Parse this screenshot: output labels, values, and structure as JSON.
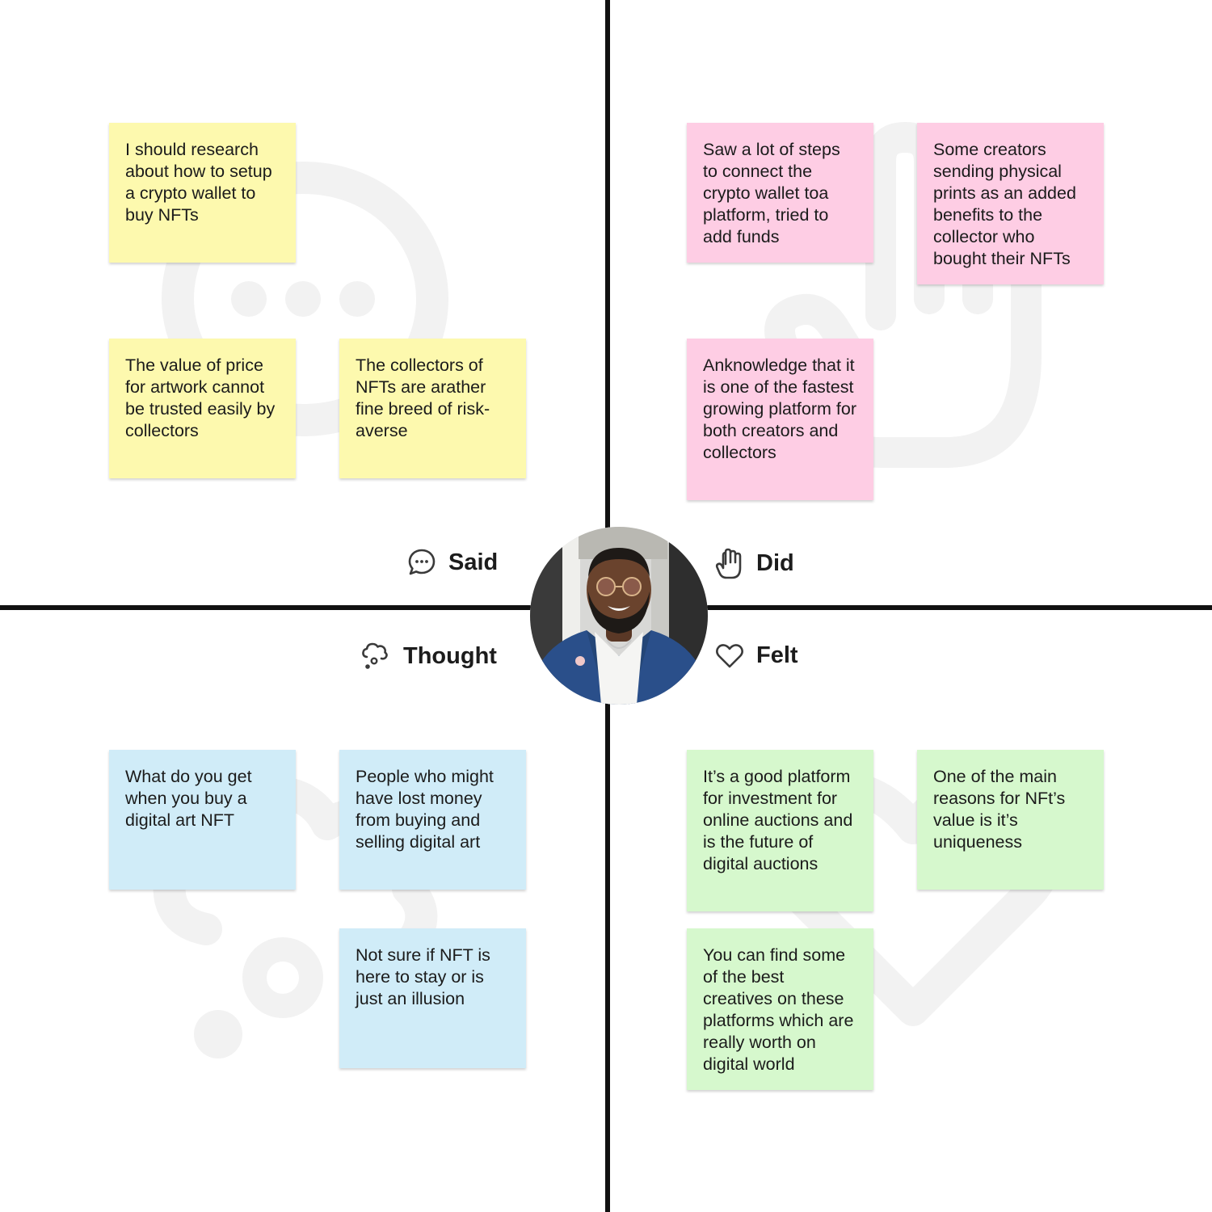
{
  "quadrants": {
    "said": {
      "label": "Said",
      "icon": "speech-bubble-icon",
      "notes": [
        "I should research about how to setup a crypto wallet to buy NFTs",
        "The value of price for artwork cannot be trusted easily by collectors",
        "The collectors of NFTs are arather fine breed of risk-averse"
      ]
    },
    "did": {
      "label": "Did",
      "icon": "hand-icon",
      "notes": [
        "Saw a lot of steps to connect the crypto wallet toa platform, tried to add funds",
        "Some creators sending physical prints as an added benefits to the collector who bought their NFTs",
        "Anknowledge that it is one of the fastest growing platform for both creators and collectors"
      ]
    },
    "thought": {
      "label": "Thought",
      "icon": "thought-cloud-icon",
      "notes": [
        "What do you get when you buy a digital art NFT",
        "People who might have lost money from buying and selling digital art",
        "Not sure if NFT is here to stay or is just an illusion"
      ]
    },
    "felt": {
      "label": "Felt",
      "icon": "heart-icon",
      "notes": [
        "It’s a good platform for investment for online auctions and is the future of digital auctions",
        "One of the main reasons for NFt’s value is it’s uniqueness",
        "You can find some of the best creatives on these platforms which are really worth on digital world"
      ]
    }
  },
  "colors": {
    "said": "#fdf9ae",
    "did": "#fecde4",
    "thought": "#d0ecf8",
    "felt": "#d6f8cd",
    "divider": "#111111",
    "watermark": "#f2f2f2"
  },
  "avatar": {
    "description_icon": "user-avatar-photo"
  }
}
